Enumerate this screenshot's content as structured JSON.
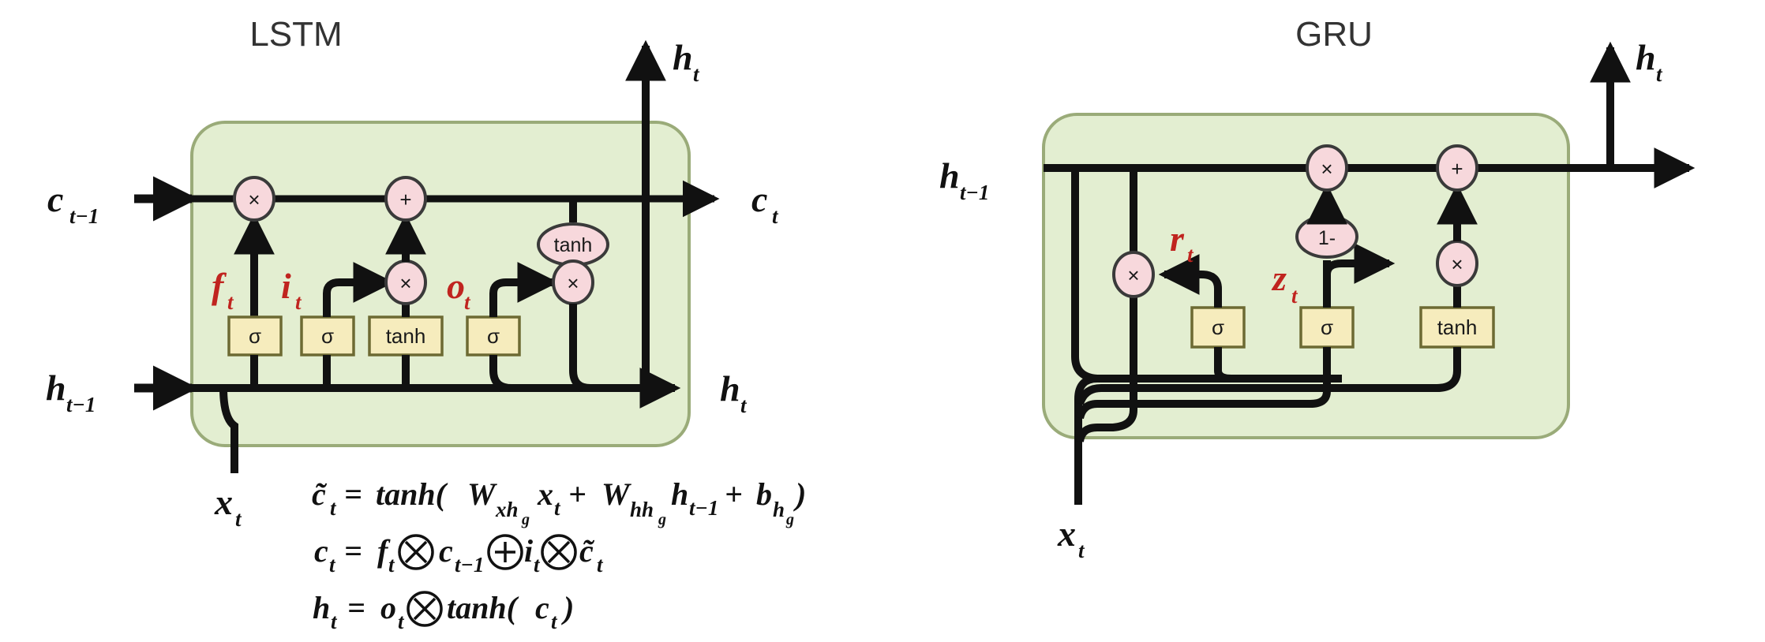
{
  "figure": {
    "kind": "rnn-cell-comparison-diagram",
    "background": "#ffffff"
  },
  "palette": {
    "cell_fill": "#e3eed1",
    "cell_border": "#9aab79",
    "op_fill": "#f7d8dc",
    "op_border": "#3a3a3a",
    "gate_fill": "#f6ecbd",
    "gate_border": "#6d6a33",
    "wire": "#111111",
    "red_label": "#c0241f",
    "title": "#333333",
    "eq_blue": "#20407a",
    "eq_green": "#1f7a4d",
    "eq_red": "#c0241f",
    "eq_orange": "#e08a1e",
    "eq_yellow": "#f2b81c",
    "eq_black": "#111111"
  },
  "lstm": {
    "title": "LSTM",
    "inputs": [
      {
        "name": "cell-state-in",
        "label": "c",
        "sub": "t−1"
      },
      {
        "name": "hidden-state-in",
        "label": "h",
        "sub": "t−1"
      },
      {
        "name": "input-x",
        "label": "x",
        "sub": "t"
      }
    ],
    "outputs": [
      {
        "name": "cell-state-out",
        "label": "c",
        "sub": "t"
      },
      {
        "name": "hidden-state-out-top",
        "label": "h",
        "sub": "t"
      },
      {
        "name": "hidden-state-out-right",
        "label": "h",
        "sub": "t"
      }
    ],
    "gate_labels": [
      {
        "name": "forget-gate-label",
        "label": "f",
        "sub": "t"
      },
      {
        "name": "input-gate-label",
        "label": "i",
        "sub": "t"
      },
      {
        "name": "output-gate-label",
        "label": "o",
        "sub": "t"
      }
    ],
    "activation_boxes": [
      {
        "name": "forget-sigma",
        "text": "σ"
      },
      {
        "name": "input-sigma",
        "text": "σ"
      },
      {
        "name": "candidate-tanh",
        "text": "tanh"
      },
      {
        "name": "output-sigma",
        "text": "σ"
      }
    ],
    "operators": [
      {
        "name": "forget-multiply",
        "text": "×"
      },
      {
        "name": "state-add",
        "text": "+"
      },
      {
        "name": "input-multiply",
        "text": "×"
      },
      {
        "name": "output-multiply",
        "text": "×"
      }
    ],
    "ellipses": [
      {
        "name": "cell-tanh",
        "text": "tanh"
      }
    ]
  },
  "gru": {
    "title": "GRU",
    "inputs": [
      {
        "name": "hidden-state-in",
        "label": "h",
        "sub": "t−1"
      },
      {
        "name": "input-x",
        "label": "x",
        "sub": "t"
      }
    ],
    "outputs": [
      {
        "name": "hidden-state-out-top",
        "label": "h",
        "sub": "t"
      }
    ],
    "gate_labels": [
      {
        "name": "reset-gate-label",
        "label": "r",
        "sub": "t"
      },
      {
        "name": "update-gate-label",
        "label": "z",
        "sub": "t"
      }
    ],
    "activation_boxes": [
      {
        "name": "reset-sigma",
        "text": "σ"
      },
      {
        "name": "update-sigma",
        "text": "σ"
      },
      {
        "name": "candidate-tanh",
        "text": "tanh"
      }
    ],
    "operators": [
      {
        "name": "reset-multiply",
        "text": "×"
      },
      {
        "name": "update-multiply-left",
        "text": "×"
      },
      {
        "name": "update-add",
        "text": "+"
      },
      {
        "name": "candidate-multiply",
        "text": "×"
      }
    ],
    "ellipses": [
      {
        "name": "one-minus",
        "text": "1-"
      }
    ]
  },
  "equations": {
    "eq1": {
      "name": "candidate-cell-equation",
      "plain": "c̃_t = tanh(W_xh_g x_t + W_hh_g h_{t-1} + b_h_g)",
      "tokens": [
        {
          "text": "c",
          "color": "#20407a",
          "tilde": true
        },
        {
          "text": "t",
          "color": "#20407a",
          "role": "sub"
        },
        {
          "text": "=",
          "color": "#111111"
        },
        {
          "text": "tanh(",
          "color": "#111111"
        },
        {
          "text": "W",
          "color": "#e08a1e"
        },
        {
          "text": "xh",
          "color": "#e08a1e",
          "role": "sub"
        },
        {
          "text": "g",
          "color": "#e08a1e",
          "role": "subsub"
        },
        {
          "text": "x",
          "color": "#111111"
        },
        {
          "text": "t",
          "color": "#111111",
          "role": "sub"
        },
        {
          "text": "+",
          "color": "#111111"
        },
        {
          "text": "W",
          "color": "#f2b81c"
        },
        {
          "text": "hh",
          "color": "#f2b81c",
          "role": "sub"
        },
        {
          "text": "g",
          "color": "#f2b81c",
          "role": "subsub"
        },
        {
          "text": "h",
          "color": "#111111"
        },
        {
          "text": "t−1",
          "color": "#111111",
          "role": "sub"
        },
        {
          "text": "+",
          "color": "#111111"
        },
        {
          "text": "b",
          "color": "#111111"
        },
        {
          "text": "h",
          "color": "#111111",
          "role": "sub"
        },
        {
          "text": "g",
          "color": "#111111",
          "role": "subsub"
        },
        {
          "text": ")",
          "color": "#111111"
        }
      ]
    },
    "eq2": {
      "name": "cell-state-equation",
      "plain": "c_t = f_t ⊗ c_{t-1} ⊕ i_t ⊗ c̃_t"
    },
    "eq3": {
      "name": "hidden-state-equation",
      "plain": "h_t = o_t ⊗ tanh(c_t)"
    }
  }
}
